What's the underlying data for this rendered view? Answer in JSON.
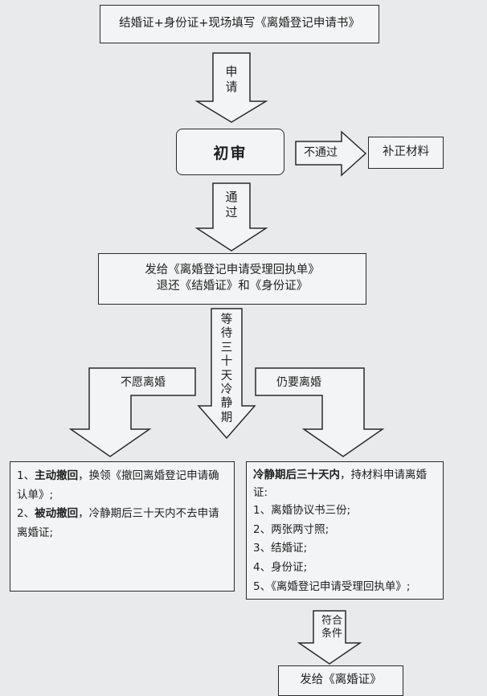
{
  "step_submit": {
    "text": "结婚证+身份证+现场填写《离婚登记申请书》"
  },
  "arrow_apply": {
    "label": "申请"
  },
  "step_review": {
    "text": "初审"
  },
  "arrow_fail": {
    "label": "不通过"
  },
  "step_supplement": {
    "text": "补正材料"
  },
  "arrow_pass": {
    "label": "通过"
  },
  "step_issue_receipt": {
    "line1": "发给《离婚登记申请受理回执单》",
    "line2": "退还《结婚证》和《身份证》"
  },
  "arrow_wait": {
    "label": "等待三十天冷静期"
  },
  "arrow_unwilling": {
    "label": "不愿离婚"
  },
  "arrow_still": {
    "label": "仍要离婚"
  },
  "box_withdraw": {
    "items": [
      {
        "num": "1、",
        "bold": "主动撤回",
        "rest": "，换领《撤回离婚登记申请确认单》;"
      },
      {
        "num": "2、",
        "bold": "被动撤回",
        "rest": "，冷静期后三十天内不去申请离婚证;"
      }
    ]
  },
  "box_apply_cert": {
    "intro_bold": "冷静期后三十天内",
    "intro_rest": "，持材料申请离婚证:",
    "items": [
      "1、离婚协议书三份;",
      "2、两张两寸照;",
      "3、结婚证;",
      "4、身份证;",
      "5、《离婚登记申请受理回执单》;"
    ]
  },
  "arrow_qualified": {
    "label": "符合条件"
  },
  "step_final": {
    "text": "发给《离婚证》"
  }
}
